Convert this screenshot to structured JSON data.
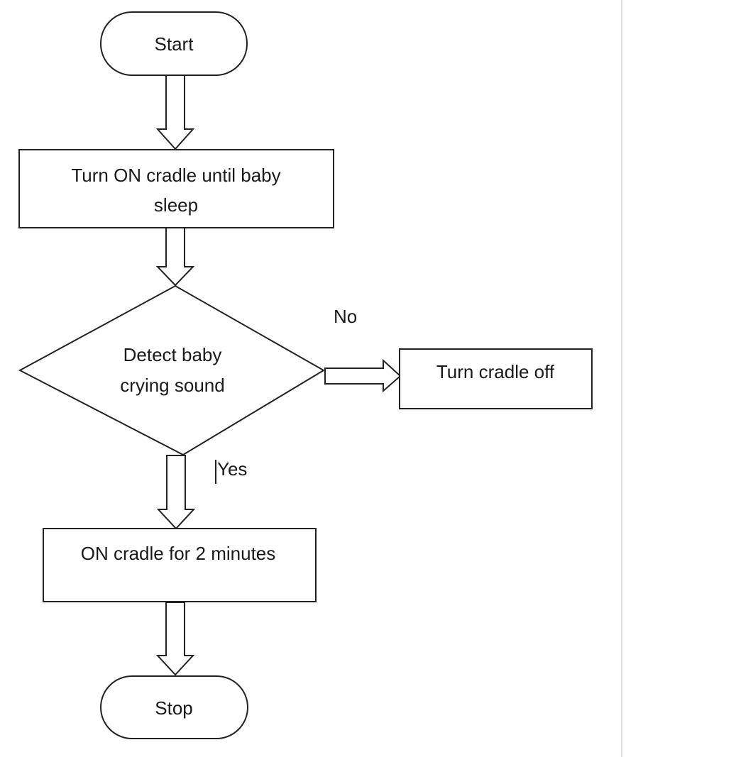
{
  "flowchart": {
    "start": {
      "label": "Start"
    },
    "step_turn_on": {
      "line1": "Turn ON cradle until baby",
      "line2": "sleep"
    },
    "decision": {
      "line1": "Detect baby",
      "line2": "crying sound"
    },
    "step_turn_off": {
      "label": "Turn cradle off"
    },
    "step_on_two_min": {
      "label": "ON cradle for 2 minutes"
    },
    "stop": {
      "label": "Stop"
    },
    "branch_no": {
      "label": "No"
    },
    "branch_yes": {
      "label": "Yes"
    }
  }
}
